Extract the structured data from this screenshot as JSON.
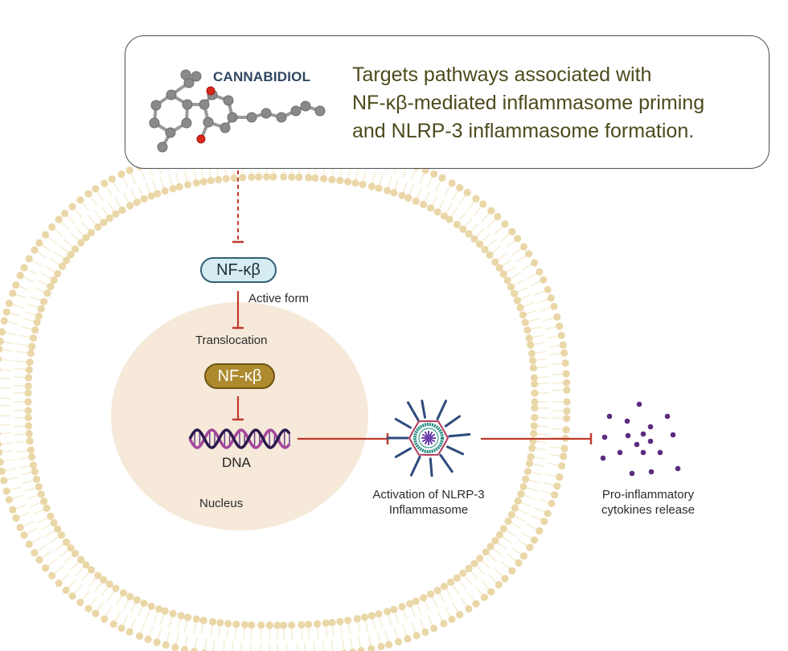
{
  "figure": {
    "title": "Cannabidiol anti-inflammatory mechanism",
    "colors": {
      "inhibition_line": "#c0392b",
      "membrane_head": "#ead7a8",
      "membrane_tail": "#f6eed6",
      "nucleus_fill": "#f6e9d9",
      "cytokine": "#5b2c7f",
      "text_olive": "#4d4a1c",
      "drug_name": "#2f4560"
    }
  },
  "info_box": {
    "drug_name": "CANNABIDIOL",
    "description_lines": [
      "Targets pathways associated with",
      "NF-κβ-mediated inflammasome priming",
      "and NLRP-3 inflammasome formation."
    ],
    "molecule_icon": "cannabidiol-ball-and-stick-model"
  },
  "cell": {
    "membrane_icon": "lipid-bilayer",
    "nfkb_active": {
      "label": "NF-κβ",
      "note": "Active form"
    },
    "translocation_label": "Translocation",
    "nucleus": {
      "label": "Nucleus",
      "nfkb_nuclear": {
        "label": "NF-κβ"
      },
      "dna_label": "DNA",
      "dna_icon": "dna-double-helix"
    },
    "inflammasome": {
      "label_lines": [
        "Activation of NLRP-3",
        "Inflammasome"
      ],
      "icon": "nlrp3-inflammasome"
    }
  },
  "extracellular": {
    "cytokines": {
      "label_lines": [
        "Pro-inflammatory",
        "cytokines release"
      ],
      "icon": "cytokine-particles",
      "count": 18
    }
  },
  "connections": [
    {
      "from": "cannabidiol",
      "to": "nf-kb-active",
      "type": "dashed-inhibition"
    },
    {
      "from": "nf-kb-active",
      "to": "translocation",
      "type": "inhibition"
    },
    {
      "from": "nf-kb-nuclear",
      "to": "dna",
      "type": "inhibition"
    },
    {
      "from": "dna",
      "to": "nlrp3-inflammasome",
      "type": "inhibition"
    },
    {
      "from": "nlrp3-inflammasome",
      "to": "cytokines",
      "type": "inhibition"
    }
  ]
}
